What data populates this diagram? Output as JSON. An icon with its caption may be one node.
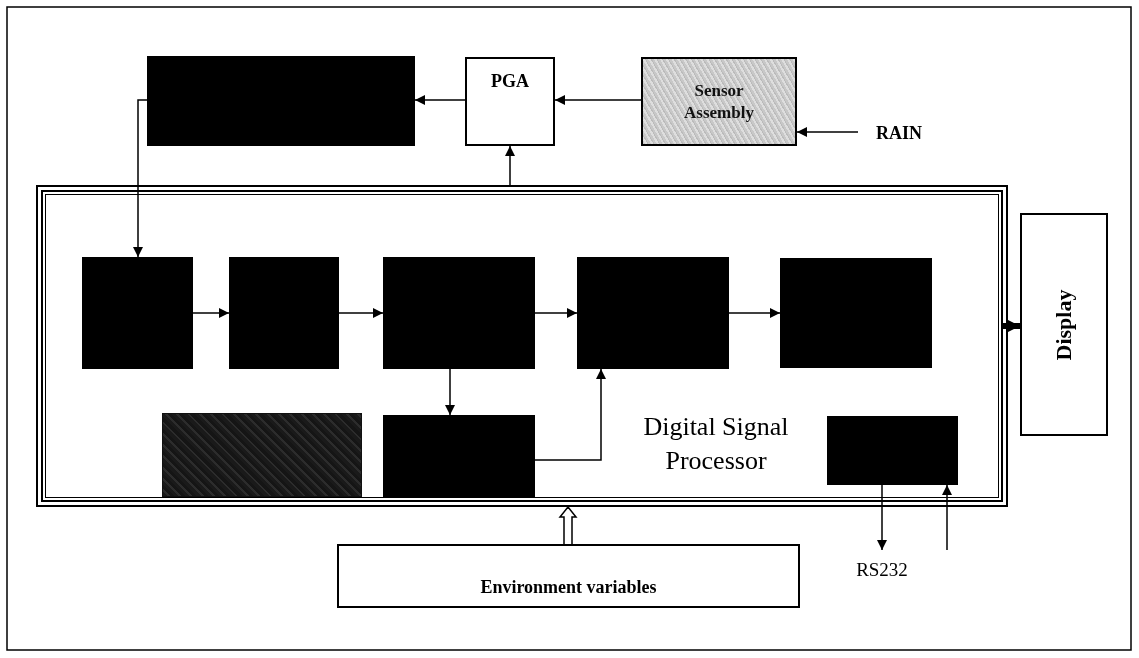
{
  "diagram": {
    "nodes": [
      {
        "text": [],
        "shape": "box"
      },
      {
        "text": [
          "PGA"
        ]
      },
      {
        "text": [
          "Sensor Assembly"
        ]
      },
      {
        "text": [
          "RAIN"
        ]
      },
      {
        "text": [
          "Digital Signal Processor"
        ]
      },
      {
        "text": [],
        "shape": "box",
        "in": 4
      },
      {
        "text": [],
        "shape": "box",
        "in": 4
      },
      {
        "text": [],
        "shape": "box",
        "in": 4
      },
      {
        "text": [],
        "shape": "box",
        "in": 4
      },
      {
        "text": [],
        "shape": "box",
        "in": 4
      },
      {
        "text": [],
        "shape": "box",
        "in": 4
      },
      {
        "text": [],
        "shape": "box",
        "in": 4
      },
      {
        "text": [],
        "shape": "box",
        "in": 4
      },
      {
        "text": [
          "Display"
        ]
      },
      {
        "text": [
          "Environment variables"
        ]
      },
      {
        "text": [
          "RS232"
        ]
      }
    ],
    "edges": [
      {
        "from": 3,
        "to": 2,
        "arrow": "to"
      },
      {
        "from": 2,
        "to": 1,
        "arrow": "to"
      },
      {
        "from": 1,
        "to": 0,
        "arrow": "to"
      },
      {
        "from": 0,
        "to": 5,
        "arrow": "to"
      },
      {
        "from": 4,
        "to": 1,
        "arrow": "to"
      },
      {
        "from": 5,
        "to": 6,
        "arrow": "to"
      },
      {
        "from": 6,
        "to": 7,
        "arrow": "to"
      },
      {
        "from": 7,
        "to": 8,
        "arrow": "to"
      },
      {
        "from": 8,
        "to": 9,
        "arrow": "to"
      },
      {
        "from": 7,
        "to": 11,
        "arrow": "to"
      },
      {
        "from": 11,
        "to": 8,
        "arrow": "to"
      },
      {
        "from": 4,
        "to": 13,
        "arrow": "to",
        "style": "thick"
      },
      {
        "from": 14,
        "to": 4,
        "arrow": "to"
      },
      {
        "from": 12,
        "to": 15,
        "arrow": "to"
      },
      {
        "from": 15,
        "to": 12,
        "arrow": "to"
      }
    ]
  }
}
